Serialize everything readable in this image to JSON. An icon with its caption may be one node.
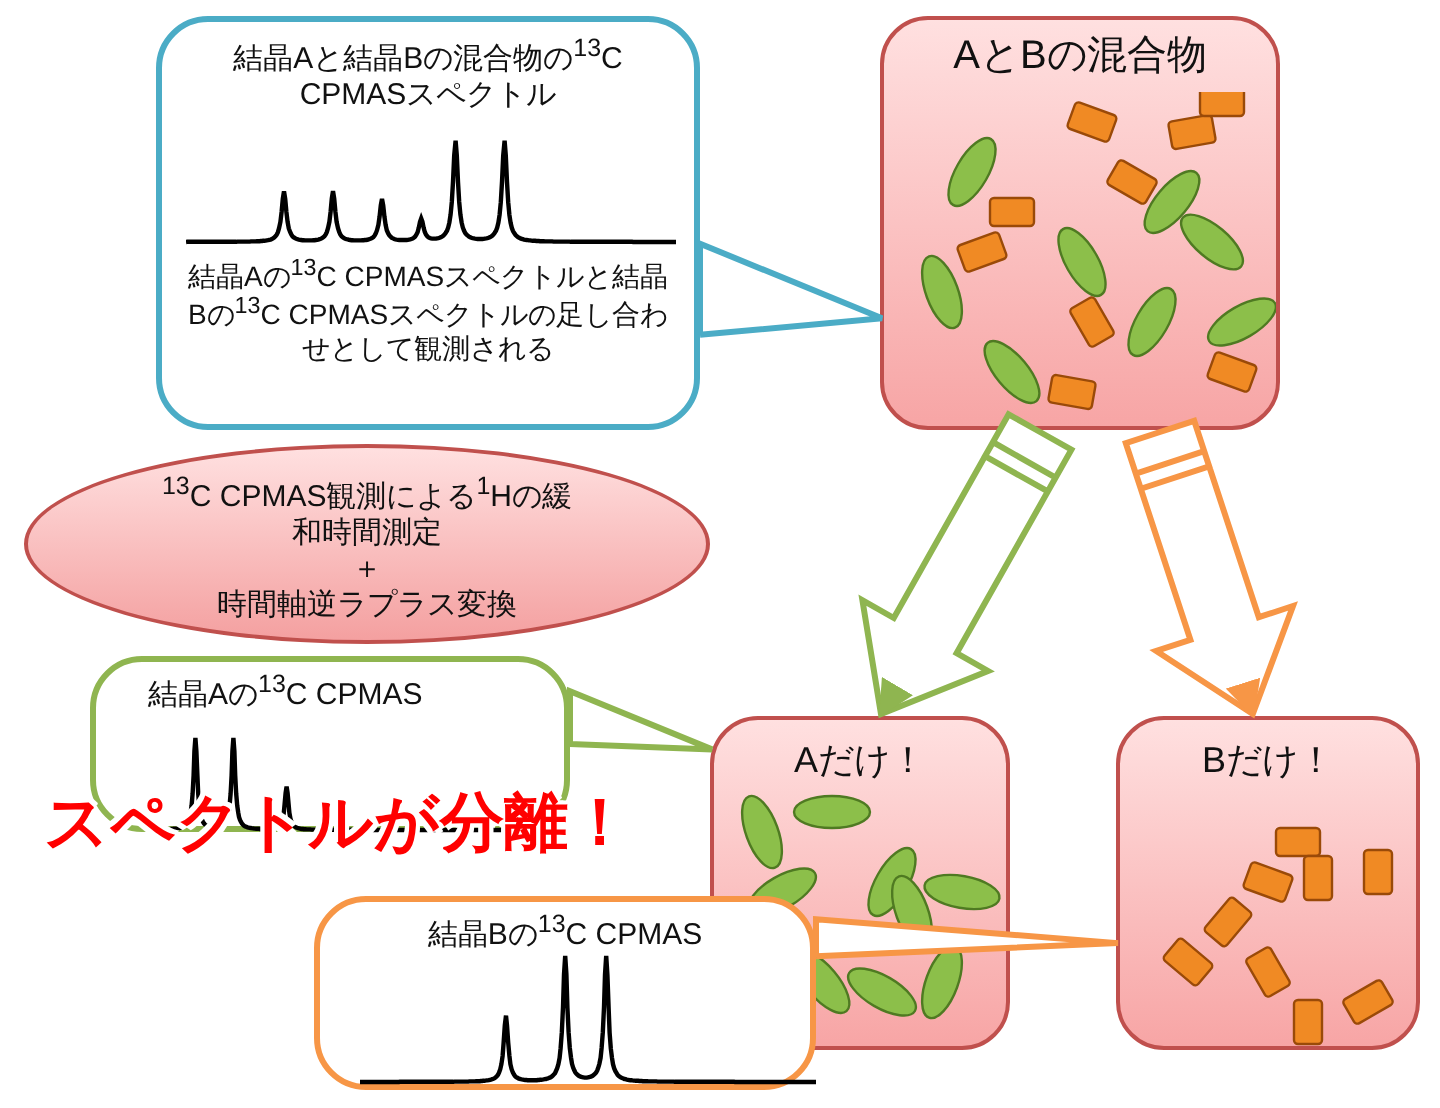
{
  "diagram": {
    "nodes": [
      {
        "text": [
          "結晶Aと結晶Bの混合物の$^{13}$C CPMASスペクトル",
          "結晶Aの$^{13}$C CPMASスペクトルと結晶Bの$^{13}$C CPMASスペクトルの足し合わせとして観測される"
        ]
      },
      {
        "text": [
          "AとBの混合物"
        ]
      },
      {
        "text": [
          "$^{13}$C CPMAS観測による$^{1}$Hの緩和時間測定",
          "＋",
          "時間軸逆ラプラス変換"
        ]
      },
      {
        "text": [
          "結晶Aの$^{13}$C CPMAS"
        ]
      },
      {
        "text": [
          "Aだけ！"
        ]
      },
      {
        "text": [
          "Bだけ！"
        ]
      },
      {
        "text": [
          "結晶Bの$^{13}$C CPMAS"
        ]
      }
    ],
    "edges": [
      {
        "from": 0,
        "to": 1,
        "arrow": "none",
        "color": "#4bacc6"
      },
      {
        "from": 1,
        "to": 4,
        "arrow": "to",
        "color": "#8fb550"
      },
      {
        "from": 1,
        "to": 5,
        "arrow": "to",
        "color": "#f79646"
      },
      {
        "from": 3,
        "to": 4,
        "arrow": "none",
        "color": "#8fb550"
      },
      {
        "from": 6,
        "to": 5,
        "arrow": "none",
        "color": "#f79646"
      }
    ],
    "labels": [
      "スペクトルが分離！"
    ]
  }
}
